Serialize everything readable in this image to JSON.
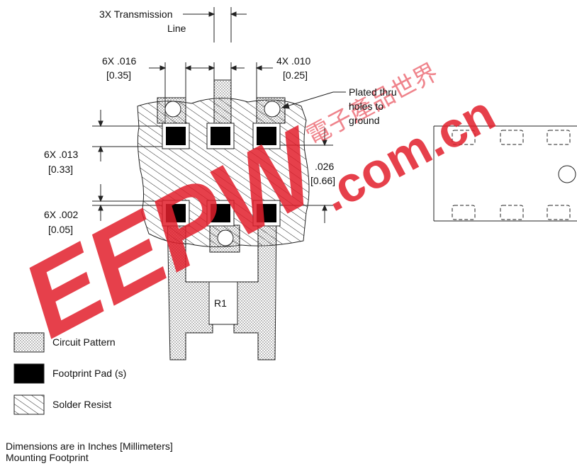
{
  "labels": {
    "transmission_line_1": "3X Transmission",
    "transmission_line_2": "Line",
    "dim_016_1": "6X .016",
    "dim_016_2": "[0.35]",
    "dim_010_1": "4X .010",
    "dim_010_2": "[0.25]",
    "plated_1": "Plated thru",
    "plated_2": "holes to",
    "plated_3": "ground",
    "dim_013_1": "6X .013",
    "dim_013_2": "[0.33]",
    "dim_026_1": ".026",
    "dim_026_2": "[0.66]",
    "dim_002_1": "6X .002",
    "dim_002_2": "[0.05]",
    "resistor": "R1"
  },
  "legend": {
    "circuit_pattern": "Circuit Pattern",
    "footprint_pad": "Footprint Pad (s)",
    "solder_resist": "Solder Resist"
  },
  "footer": {
    "line1": "Dimensions are in Inches [Millimeters]",
    "line2": "Mounting Footprint"
  },
  "watermark": {
    "logo_text": "EEPW",
    "domain_text": ".com.cn",
    "chinese_text": "電子產品世界",
    "color": "#e21e2c"
  },
  "colors": {
    "line": "#222222",
    "pad": "#000000",
    "pattern_dot": "#555555"
  }
}
